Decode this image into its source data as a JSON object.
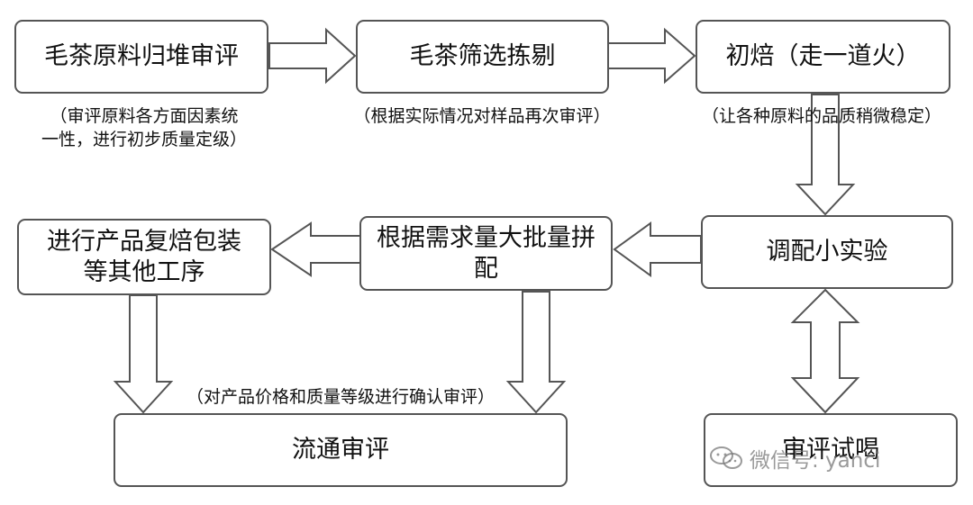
{
  "diagram": {
    "nodes": {
      "n1": "毛茶原料归堆审评",
      "n2": "毛茶筛选拣剔",
      "n3": "初焙（走一道火）",
      "n4": "调配小实验",
      "n5": "根据需求量大批量拼配",
      "n6": "进行产品复焙包装等其他工序",
      "n7": "流通审评",
      "n8": "审评试喝"
    },
    "notes": {
      "note1_line1": "（审评原料各方面因素统",
      "note1_line2": "一性，进行初步质量定级）",
      "note2": "（根据实际情况对样品再次审评）",
      "note3": "（让各种原料的品质稍微稳定）",
      "note4": "（对产品价格和质量等级进行确认审评）"
    },
    "watermark": "微信号: yanci"
  }
}
